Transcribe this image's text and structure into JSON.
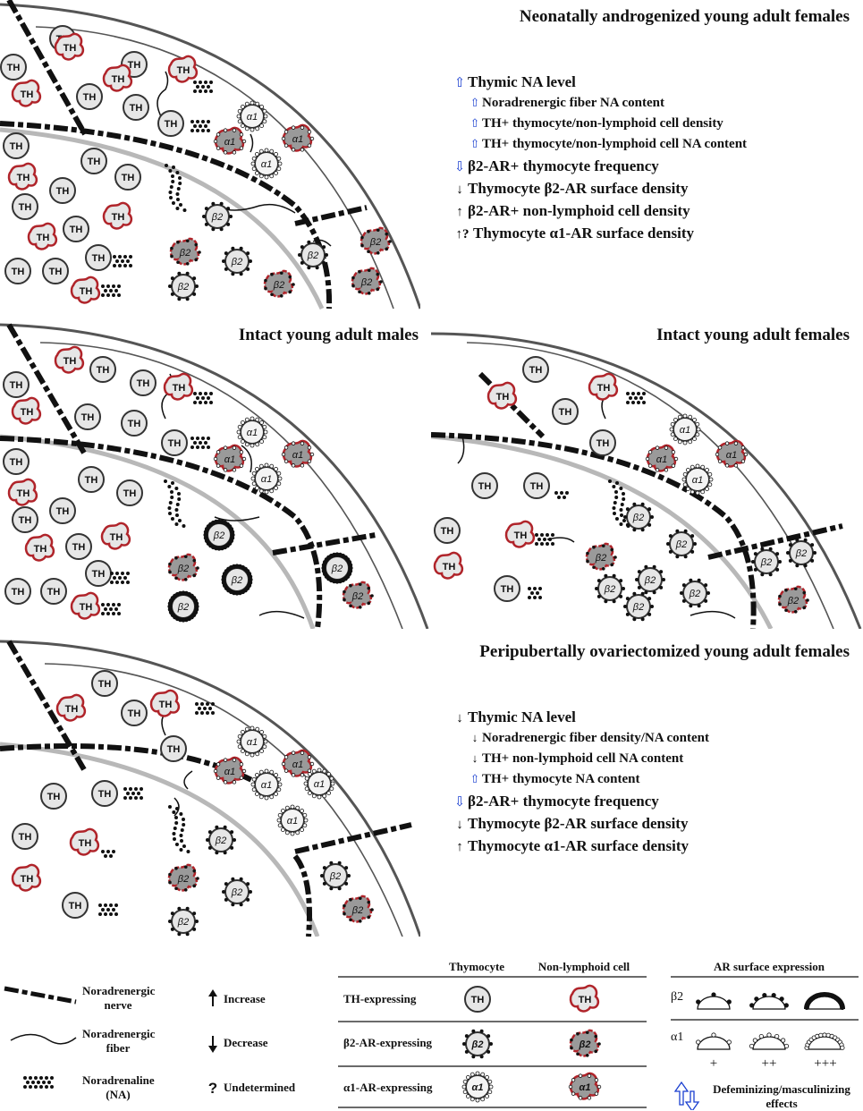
{
  "panels": [
    {
      "title": "Neonatally androgenized young adult females",
      "effects": [
        {
          "arrow": "both-up",
          "color": "blue",
          "text": "Thymic NA level",
          "level": "main"
        },
        {
          "arrow": "both-up",
          "color": "blue",
          "text": "Noradrenergic fiber NA content",
          "level": "sub"
        },
        {
          "arrow": "both-up",
          "color": "blue",
          "text": "TH+ thymocyte/non-lymphoid cell density",
          "level": "sub"
        },
        {
          "arrow": "both-up",
          "color": "blue",
          "text": "TH+ thymocyte/non-lymphoid cell NA content",
          "level": "sub"
        },
        {
          "arrow": "both-down",
          "color": "blue",
          "text": "β2-AR+ thymocyte frequency",
          "level": "main"
        },
        {
          "arrow": "down",
          "color": "black",
          "text": "Thymocyte β2-AR surface density",
          "level": "main"
        },
        {
          "arrow": "up",
          "color": "black",
          "text": "β2-AR+ non-lymphoid cell density",
          "level": "main"
        },
        {
          "arrow": "up?",
          "color": "black",
          "text": "Thymocyte α1-AR surface density",
          "level": "main"
        }
      ]
    },
    {
      "title": "Intact young adult males",
      "effects": []
    },
    {
      "title": "Intact young adult females",
      "effects": []
    },
    {
      "title": "Peripubertally ovariectomized young adult females",
      "effects": [
        {
          "arrow": "down",
          "color": "black",
          "text": "Thymic NA level",
          "level": "main"
        },
        {
          "arrow": "down",
          "color": "black",
          "text": "Noradrenergic fiber density/NA content",
          "level": "sub"
        },
        {
          "arrow": "down",
          "color": "black",
          "text": "TH+ non-lymphoid cell NA content",
          "level": "sub"
        },
        {
          "arrow": "both-up",
          "color": "blue",
          "text": "TH+ thymocyte NA content",
          "level": "sub"
        },
        {
          "arrow": "both-down",
          "color": "blue",
          "text": "β2-AR+ thymocyte frequency",
          "level": "main"
        },
        {
          "arrow": "down",
          "color": "black",
          "text": "Thymocyte β2-AR surface density",
          "level": "main"
        },
        {
          "arrow": "up",
          "color": "black",
          "text": "Thymocyte α1-AR surface density",
          "level": "main"
        }
      ]
    }
  ],
  "cell_labels": {
    "th": "TH",
    "beta2": "β2",
    "alpha1": "α1"
  },
  "legend": {
    "nerve": "Noradrenergic nerve",
    "fiber": "Noradrenergic fiber",
    "noradrenaline": "Noradrenaline (NA)",
    "increase": "Increase",
    "decrease": "Decrease",
    "undetermined": "Undetermined",
    "table": {
      "col_thymocyte": "Thymocyte",
      "col_nonlymphoid": "Non-lymphoid cell",
      "rows": [
        "TH-expressing",
        "β2-AR-expressing",
        "α1-AR-expressing"
      ]
    },
    "ar": {
      "title": "AR surface expression",
      "row_beta": "β2",
      "row_alpha": "α1",
      "levels": [
        "+",
        "++",
        "+++"
      ]
    },
    "defem": "Defeminizing/masculinizing effects"
  },
  "colors": {
    "outline": "#333333",
    "red_cell": "#b0242a",
    "cell_fill": "#e6e6e6",
    "blue_arrow": "#1a3fd0",
    "gray_band": "#b8b8b8"
  }
}
